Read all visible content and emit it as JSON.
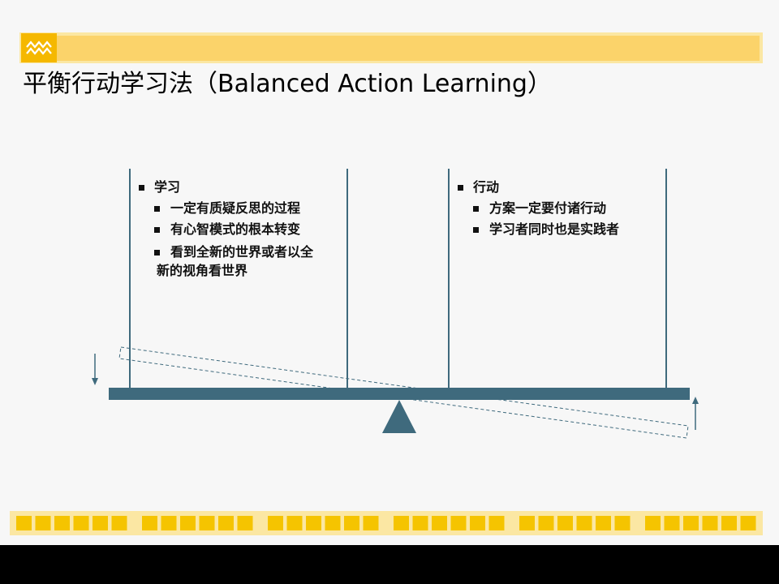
{
  "title": "平衡行动学习法（Balanced Action Learning）",
  "left_panel": {
    "heading": "学习",
    "items": [
      "一定有质疑反思的过程",
      "有心智模式的根本转变",
      "看到全新的世界或者以全",
      "新的视角看世界"
    ]
  },
  "right_panel": {
    "heading": "行动",
    "items": [
      "方案一定要付诸行动",
      "学习者同时也是实践者"
    ]
  },
  "colors": {
    "accent_yellow": "#f5c400",
    "light_yellow": "#fbd36a",
    "beam": "#3f6a7d",
    "background": "#f7f7f7"
  },
  "icons": {
    "logo": "mountain-logo-icon",
    "left_arrow": "arrow-down-icon",
    "right_arrow": "arrow-up-icon",
    "fulcrum": "triangle-fulcrum-icon"
  }
}
